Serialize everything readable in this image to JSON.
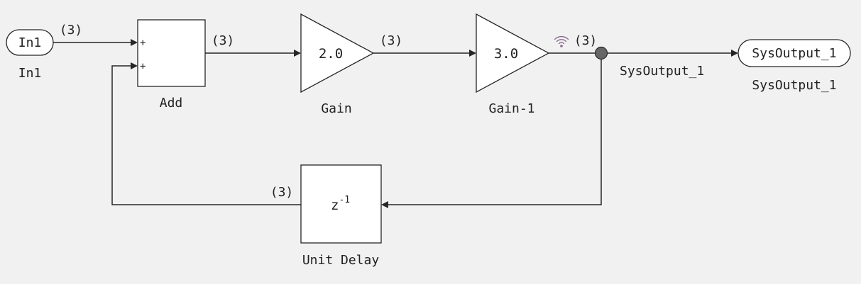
{
  "blocks": {
    "in1": {
      "text": "In1",
      "label": "In1"
    },
    "add": {
      "label": "Add",
      "sign1": "+",
      "sign2": "+"
    },
    "gain": {
      "text": "2.0",
      "label": "Gain"
    },
    "gain1": {
      "text": "3.0",
      "label": "Gain-1"
    },
    "unit_delay": {
      "text_base": "z",
      "text_exp": "-1",
      "label": "Unit Delay"
    },
    "sysoutput": {
      "text": "SysOutput_1",
      "label": "SysOutput_1"
    }
  },
  "signals": {
    "in1_to_add": {
      "dims": "(3)"
    },
    "add_to_gain": {
      "dims": "(3)"
    },
    "gain_to_gain1": {
      "dims": "(3)"
    },
    "gain1_out": {
      "dims": "(3)",
      "name": "SysOutput_1"
    },
    "delay_to_add": {
      "dims": "(3)"
    }
  },
  "icons": {
    "log_signal": "wireless-signal-icon",
    "branch": "branch-point-icon"
  },
  "colors": {
    "background": "#f1f1f1",
    "block_fill": "#ffffff",
    "line": "#262626",
    "branch_point": "#666666",
    "log_icon": "#8a6a8e"
  }
}
